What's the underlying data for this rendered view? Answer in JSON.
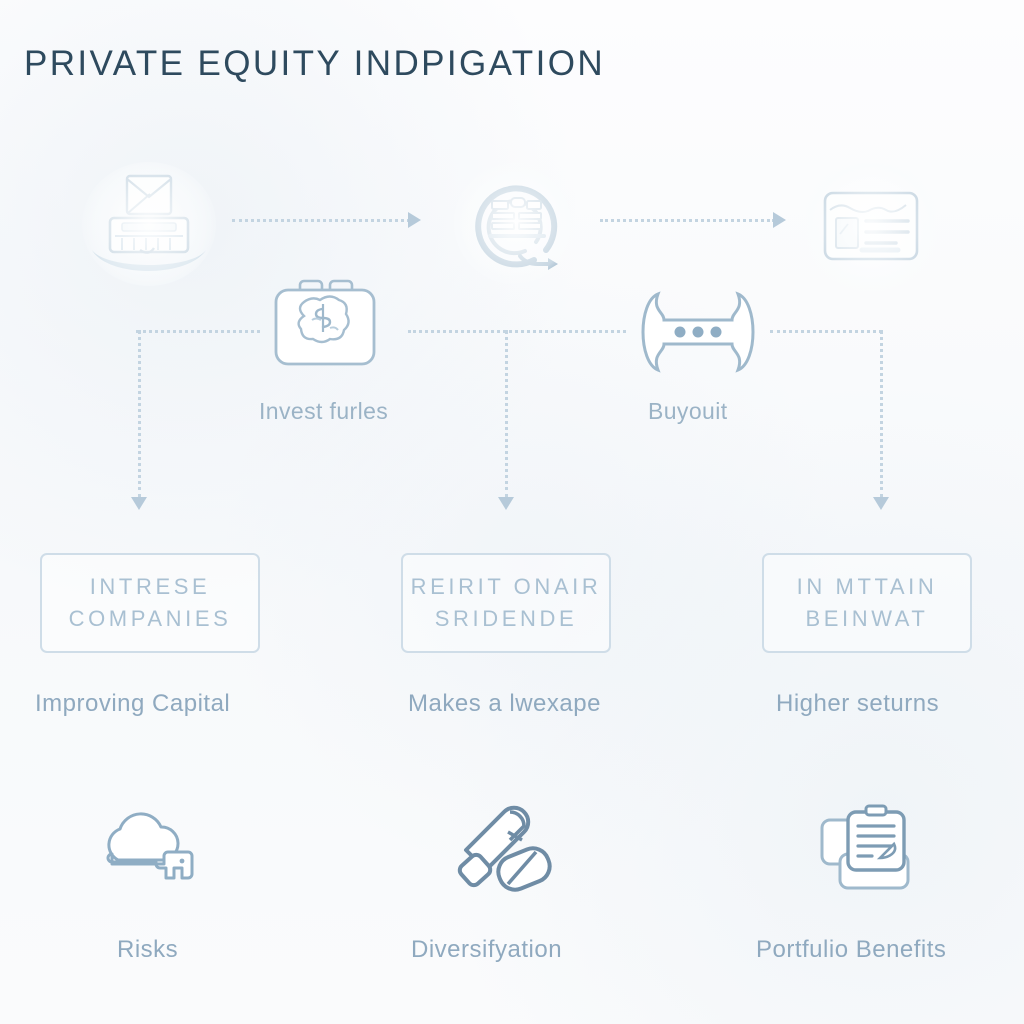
{
  "page": {
    "title": "PRIVATE EQUITY INDPIGATION",
    "background_color": "#fbfcfd",
    "title_color": "#2e4a5e",
    "line_color": "#c3d4e1",
    "icon_color": "#a6bed0",
    "label_color": "#9bb3c6",
    "box_border_color": "#cfdde8"
  },
  "flow_top": {
    "nodes": [
      {
        "id": "firm",
        "icon": "bank-envelope-icon",
        "label": ""
      },
      {
        "id": "cycle",
        "icon": "investment-cycle-icon",
        "label": ""
      },
      {
        "id": "record",
        "icon": "id-card-document-icon",
        "label": ""
      }
    ],
    "connectors": [
      {
        "from": "firm",
        "to": "cycle",
        "style": "dotted-arrow-right"
      },
      {
        "from": "cycle",
        "to": "record",
        "style": "dotted-arrow-right"
      }
    ]
  },
  "flow_mid": {
    "nodes": [
      {
        "id": "invest",
        "icon": "briefcase-money-icon",
        "label": "Invest furles"
      },
      {
        "id": "buyout",
        "icon": "bracket-dots-icon",
        "label": "Buyouit"
      }
    ]
  },
  "outcomes": [
    {
      "id": "outcome-1",
      "box_lines": [
        "INTRESE",
        "COMPANIES"
      ],
      "caption": "Improving Capital"
    },
    {
      "id": "outcome-2",
      "box_lines": [
        "REIRIT ONAIR",
        "SRIDENDE"
      ],
      "caption": "Makes a lwexape"
    },
    {
      "id": "outcome-3",
      "box_lines": [
        "IN MTTAIN",
        "BEINWAT"
      ],
      "caption": "Higher seturns"
    }
  ],
  "footer": [
    {
      "id": "footer-1",
      "icon": "cloud-key-icon",
      "label": "Risks"
    },
    {
      "id": "footer-2",
      "icon": "diagonal-pills-icon",
      "label": "Diversifyation"
    },
    {
      "id": "footer-3",
      "icon": "stacked-documents-icon",
      "label": "Portfulio Benefits"
    }
  ]
}
